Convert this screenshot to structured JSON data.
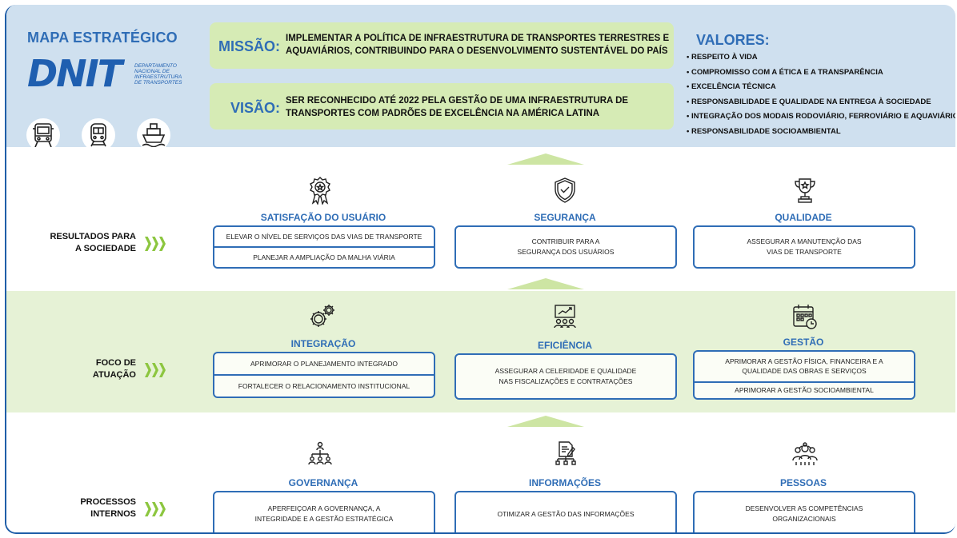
{
  "header": {
    "map_title": "MAPA ESTRATÉGICO",
    "logo_text": "DNIT",
    "logo_department": [
      "DEPARTAMENTO",
      "NACIONAL DE",
      "INFRAESTRUTURA",
      "DE TRANSPORTES"
    ],
    "transport_icons": [
      "bus-icon",
      "train-icon",
      "ship-icon"
    ],
    "missao": {
      "label": "MISSÃO:",
      "line1": "IMPLEMENTAR A POLÍTICA  DE INFRAESTRUTURA DE TRANSPORTES TERRESTRES E",
      "line2": "AQUAVIÁRIOS, CONTRIBUINDO PARA O DESENVOLVIMENTO SUSTENTÁVEL DO PAÍS"
    },
    "visao": {
      "label": "VISÃO:",
      "line1": "SER RECONHECIDO ATÉ 2022  PELA GESTÃO DE UMA INFRAESTRUTURA DE",
      "line2": "TRANSPORTES COM PADRÕES DE EXCELÊNCIA NA AMÉRICA LATINA"
    },
    "valores": {
      "title": "VALORES:",
      "items": [
        "RESPEITO À VIDA",
        "COMPROMISSO COM A ÉTICA E A TRANSPARÊNCIA",
        "EXCELÊNCIA TÉCNICA",
        "RESPONSABILIDADE E QUALIDADE NA ENTREGA À SOCIEDADE",
        "INTEGRAÇÃO DOS MODAIS RODOVIÁRIO, FERROVIÁRIO E AQUAVIÁRIO",
        "RESPONSABILIDADE SOCIOAMBIENTAL"
      ]
    }
  },
  "rows": [
    {
      "label_line1": "RESULTADOS PARA",
      "label_line2": "A SOCIEDADE",
      "columns": [
        {
          "icon": "badge-icon",
          "title": "SATISFAÇÃO DO USUÁRIO",
          "items": [
            "ELEVAR O NÍVEL DE SERVIÇOS DAS VIAS DE TRANSPORTE",
            "PLANEJAR A AMPLIAÇÃO DA MALHA VIÁRIA"
          ]
        },
        {
          "icon": "shield-check-icon",
          "title": "SEGURANÇA",
          "items": [
            "CONTRIBUIR PARA A",
            "SEGURANÇA DOS USUÁRIOS"
          ]
        },
        {
          "icon": "trophy-icon",
          "title": "QUALIDADE",
          "items": [
            "ASSEGURAR A MANUTENÇÃO DAS",
            "VIAS DE TRANSPORTE"
          ]
        }
      ]
    },
    {
      "label_line1": "FOCO DE",
      "label_line2": "ATUAÇÃO",
      "columns": [
        {
          "icon": "gears-icon",
          "title": "INTEGRAÇÃO",
          "items": [
            "APRIMORAR O PLANEJAMENTO INTEGRADO",
            "FORTALECER  O RELACIONAMENTO INSTITUCIONAL"
          ]
        },
        {
          "icon": "chart-team-icon",
          "title": "EFICIÊNCIA",
          "items": [
            "ASSEGURAR A CELERIDADE E QUALIDADE",
            "NAS FISCALIZAÇÕES E CONTRATAÇÕES"
          ]
        },
        {
          "icon": "calendar-clock-icon",
          "title": "GESTÃO",
          "items": [
            "APRIMORAR A GESTÃO FÍSICA, FINANCEIRA E A",
            "QUALIDADE DAS OBRAS E SERVIÇOS",
            "APRIMORAR A GESTÃO SOCIOAMBIENTAL"
          ]
        }
      ]
    },
    {
      "label_line1": "PROCESSOS",
      "label_line2": "INTERNOS",
      "columns": [
        {
          "icon": "org-chart-icon",
          "title": "GOVERNANÇA",
          "items": [
            "APERFEIÇOAR A GOVERNANÇA, A",
            "INTEGRIDADE E A GESTÃO ESTRATÉGICA"
          ]
        },
        {
          "icon": "document-network-icon",
          "title": "INFORMAÇÕES",
          "items": [
            "OTIMIZAR A GESTÃO DAS INFORMAÇÕES"
          ]
        },
        {
          "icon": "people-network-icon",
          "title": "PESSOAS",
          "items": [
            "DESENVOLVER AS COMPETÊNCIAS",
            "ORGANIZACIONAIS"
          ]
        }
      ]
    }
  ],
  "colors": {
    "accent_blue": "#2f6db6",
    "light_green": "#d6ebb5",
    "chevron_green": "#8cc63f",
    "header_blue": "#cfe0ef"
  }
}
